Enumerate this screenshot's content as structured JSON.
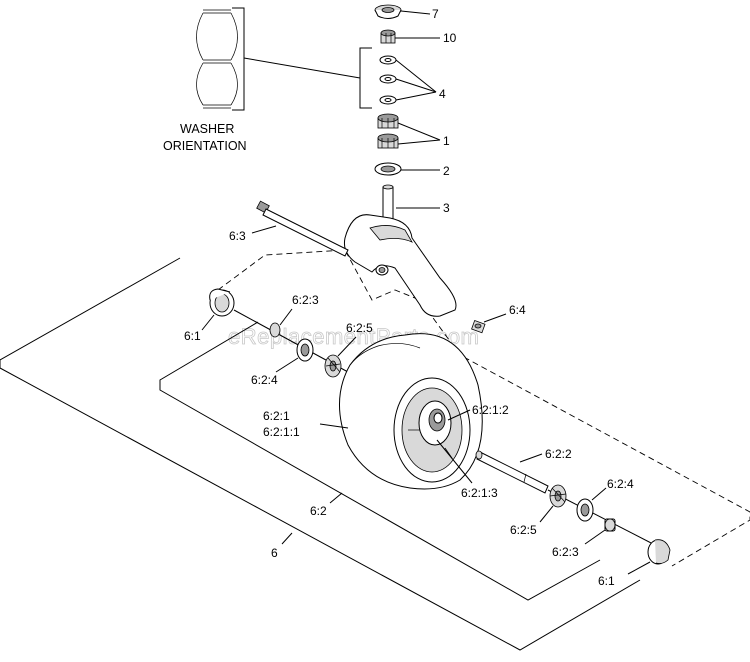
{
  "watermark": "eReplacementParts.com",
  "washer_orientation": {
    "line1": "WASHER",
    "line2": "ORIENTATION"
  },
  "callouts": {
    "c7": "7",
    "c10": "10",
    "c4": "4",
    "c1": "1",
    "c2": "2",
    "c3": "3",
    "c6_3": "6:3",
    "c6_4": "6:4",
    "c6_1_left": "6:1",
    "c6_2_3_left": "6:2:3",
    "c6_2_5_left": "6:2:5",
    "c6_2_4_left": "6:2:4",
    "c6_2_1": "6:2:1",
    "c6_2_1_1": "6:2:1:1",
    "c6_2_1_2": "6:2:1:2",
    "c6_2_1_3": "6:2:1:3",
    "c6_2_2": "6:2:2",
    "c6_2_4_right": "6:2:4",
    "c6_2_5_right": "6:2:5",
    "c6_2_3_right": "6:2:3",
    "c6_1_right": "6:1",
    "c6_2": "6:2",
    "c6": "6"
  }
}
